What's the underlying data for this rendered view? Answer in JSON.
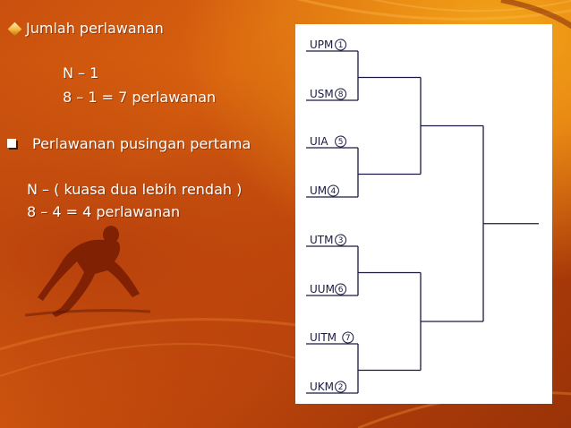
{
  "text": {
    "heading": "Jumlah perlawanan",
    "formula_1": "N – 1",
    "formula_2": "8 – 1 = 7 perlawanan",
    "subheading": "Perlawanan pusingan pertama",
    "formula_3": "N – ( kuasa dua lebih rendah )",
    "formula_4": "8 – 4 = 4 perlawanan"
  },
  "bracket": {
    "teams": [
      {
        "name": "UPM",
        "seed": "1"
      },
      {
        "name": "USM",
        "seed": "8"
      },
      {
        "name": "UIA",
        "seed": "5"
      },
      {
        "name": "UM",
        "seed": "4"
      },
      {
        "name": "UTM",
        "seed": "3"
      },
      {
        "name": "UUM",
        "seed": "6"
      },
      {
        "name": "UITM",
        "seed": "7"
      },
      {
        "name": "UKM",
        "seed": "2"
      }
    ]
  },
  "colors": {
    "background": "#c9500e",
    "text": "#ffffff",
    "bullet": "#f4b63a",
    "bracket_ink": "#1a1a40"
  }
}
